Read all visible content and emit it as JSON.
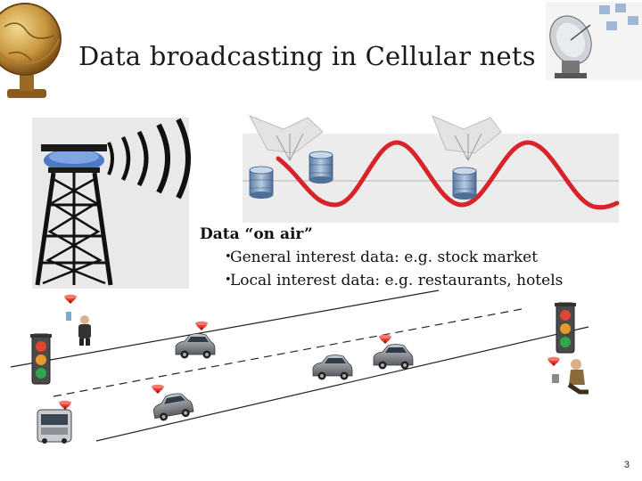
{
  "slide": {
    "title": "Data broadcasting in Cellular nets",
    "bullets": {
      "heading": "Data “on air”",
      "items": [
        "General interest data: e.g. stock market",
        "Local interest data: e.g. restaurants, hotels"
      ]
    },
    "slide_number": "3"
  },
  "icons": {
    "globe": "globe-icon",
    "satellite": "satellite-dish-icon",
    "tower": "cell-tower-icon",
    "wave": "broadcast-wave-icon",
    "car": "car-icon",
    "bus": "bus-icon",
    "traffic_light": "traffic-light-icon",
    "person": "person-icon",
    "device_signal": "device-signal-icon"
  },
  "colors": {
    "wave": "#d8232a",
    "signal_marker": "#e53a2f",
    "tower": "#111111",
    "panel": "#e9e9e9"
  }
}
